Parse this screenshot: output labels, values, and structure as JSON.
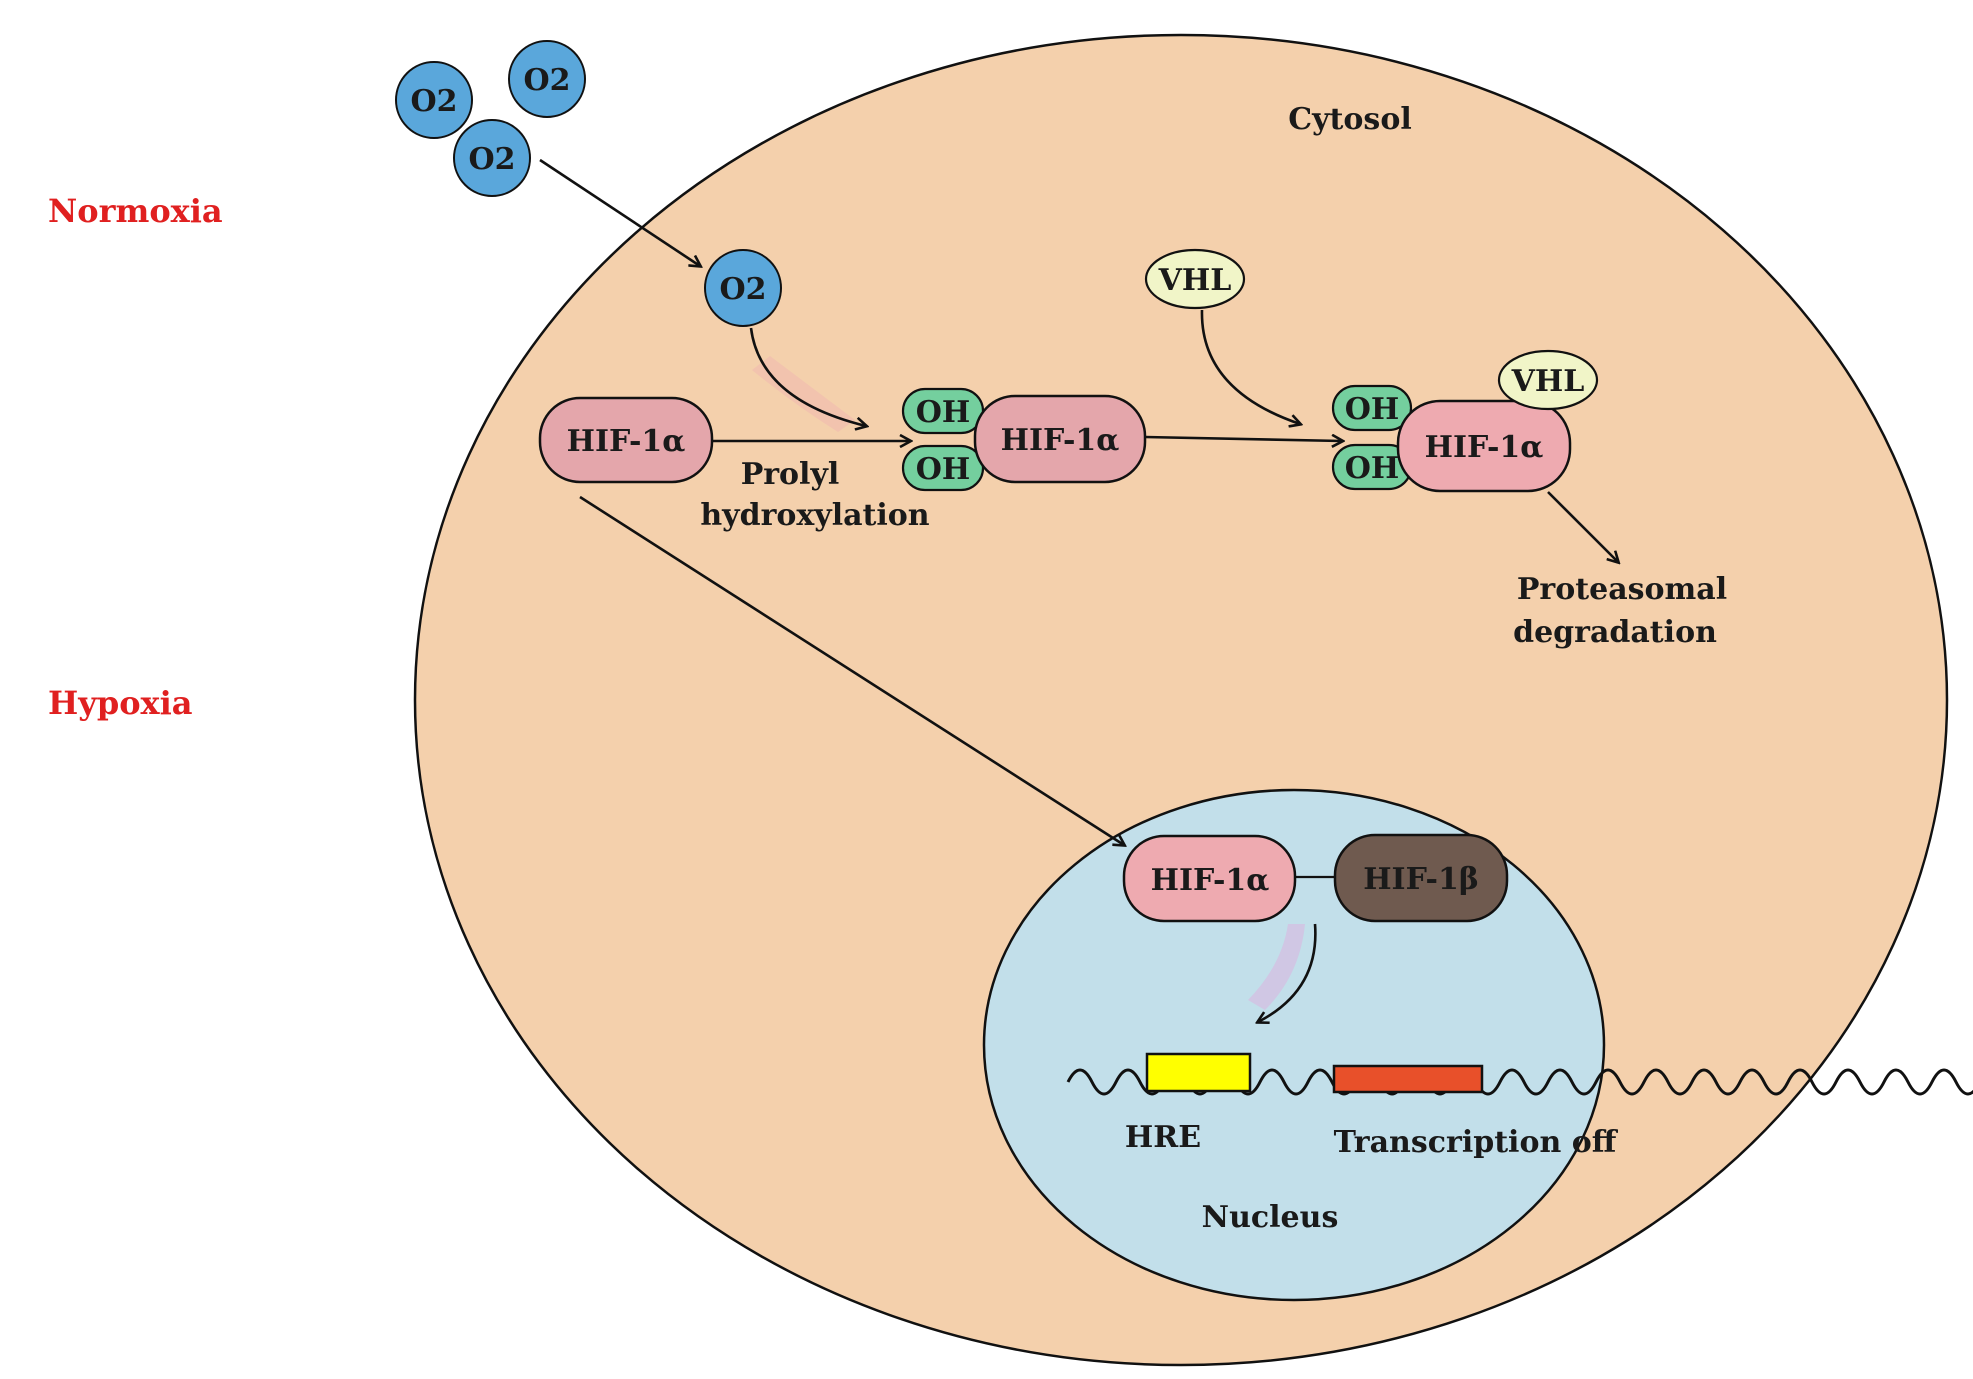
{
  "labels": {
    "normoxia": "Normoxia",
    "hypoxia": "Hypoxia",
    "cytosol": "Cytosol",
    "nucleus": "Nucleus",
    "prolyl": "Prolyl",
    "hydroxylation": "hydroxylation",
    "proteasomal": "Proteasomal",
    "degradation": "degradation",
    "hre": "HRE",
    "transcription_off": "Transcription off"
  },
  "molecules": {
    "o2": "O2",
    "hif1a": "HIF-1α",
    "hif1b": "HIF-1β",
    "oh": "OH",
    "vhl": "VHL"
  },
  "colors": {
    "cytosol": "#f4d0ac",
    "nucleus": "#c2dfea",
    "o2": "#5aa7db",
    "hif1a": "#e4a6ab",
    "hif1a_nuclear": "#eeaab0",
    "hif1b": "#6f5a4f",
    "oh": "#74cf9e",
    "vhl": "#f1f5c8",
    "hre_box": "#ffff00",
    "gene_box": "#e8502a",
    "condition_text": "#e02020"
  }
}
